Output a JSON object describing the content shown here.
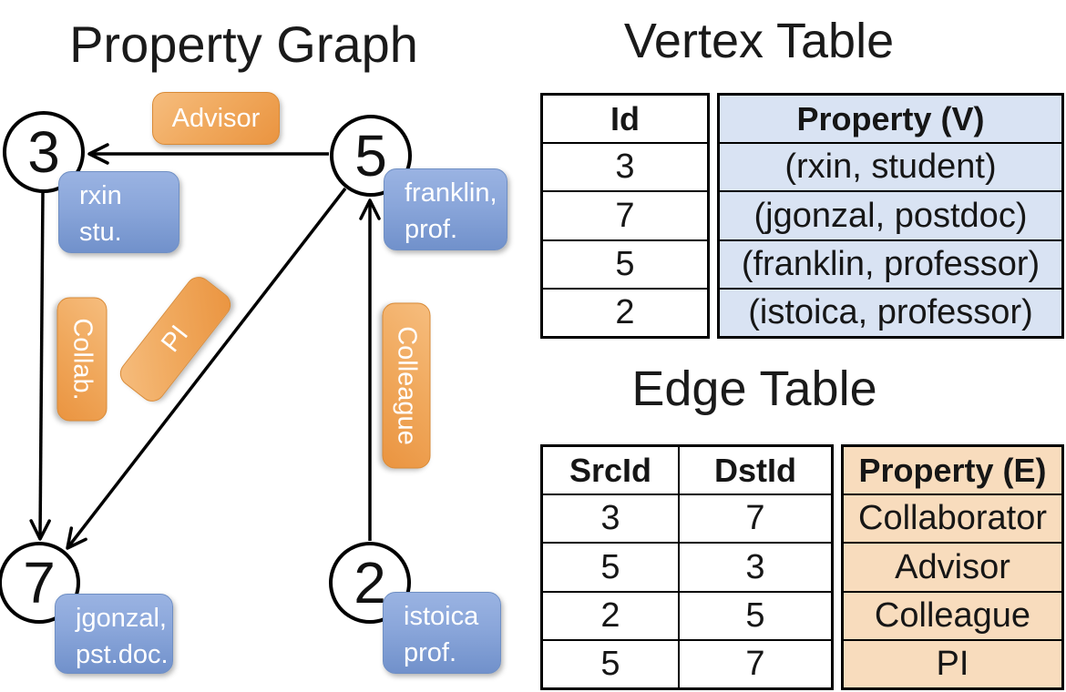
{
  "colors": {
    "edge_label_orange": "#f0a85c",
    "vertex_label_blue": "#8aa6da",
    "vertex_cell_blue": "#d9e3f3",
    "edge_cell_tan": "#f8dcbd",
    "line_black": "#000000",
    "label_text": "#ffffff"
  },
  "graph": {
    "title": "Property Graph",
    "nodes": [
      {
        "id": "3",
        "label_line1": "rxin",
        "label_line2": "stu."
      },
      {
        "id": "5",
        "label_line1": "franklin,",
        "label_line2": "prof."
      },
      {
        "id": "7",
        "label_line1": "jgonzal,",
        "label_line2": "pst.doc."
      },
      {
        "id": "2",
        "label_line1": "istoica",
        "label_line2": "prof."
      }
    ],
    "edge_labels": {
      "advisor": "Advisor",
      "collab": "Collab.",
      "pi": "PI",
      "colleague": "Colleague"
    }
  },
  "vertex_table": {
    "title": "Vertex Table",
    "headers": {
      "id": "Id",
      "property": "Property (V)"
    },
    "rows": [
      {
        "id": "3",
        "property": "(rxin, student)"
      },
      {
        "id": "7",
        "property": "(jgonzal, postdoc)"
      },
      {
        "id": "5",
        "property": "(franklin, professor)"
      },
      {
        "id": "2",
        "property": "(istoica, professor)"
      }
    ]
  },
  "edge_table": {
    "title": "Edge Table",
    "headers": {
      "src": "SrcId",
      "dst": "DstId",
      "property": "Property (E)"
    },
    "rows": [
      {
        "src": "3",
        "dst": "7",
        "property": "Collaborator"
      },
      {
        "src": "5",
        "dst": "3",
        "property": "Advisor"
      },
      {
        "src": "2",
        "dst": "5",
        "property": "Colleague"
      },
      {
        "src": "5",
        "dst": "7",
        "property": "PI"
      }
    ]
  }
}
